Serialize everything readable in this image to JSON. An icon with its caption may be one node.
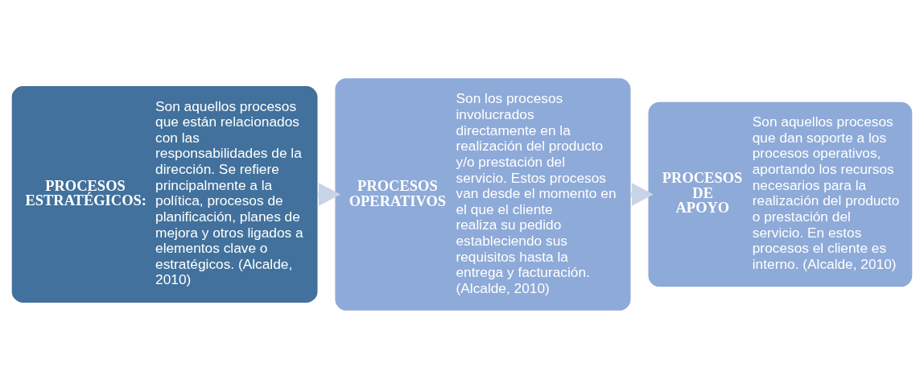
{
  "diagram": {
    "nodes": [
      {
        "text": [
          "PROCESOS ESTRATÉGICOS:",
          "Son aquellos procesos que están relacionados con las responsabilidades de la dirección. Se refiere principalmente a la política, procesos de planificación, planes de mejora y otros ligados a elementos clave o estratégicos. (Alcalde, 2010)"
        ]
      },
      {
        "text": [
          "PROCESOS OPERATIVOS",
          "Son los procesos involucrados directamente en la realización del producto y/o prestación del servicio. Estos procesos van desde el momento en el que el cliente realiza su pedido estableciendo sus requisitos hasta la entrega y facturación. (Alcalde, 2010)"
        ]
      },
      {
        "text": [
          "PROCESOS DE APOYO",
          "Son aquellos procesos que dan soporte a los procesos operativos, aportando los recursos necesarios para la realización del producto o prestación del servicio. En estos procesos el cliente es interno. (Alcalde, 2010)"
        ]
      }
    ],
    "edges": [
      {
        "from": 0,
        "to": 1,
        "arrow": "to"
      },
      {
        "from": 1,
        "to": 2,
        "arrow": "to"
      }
    ]
  }
}
